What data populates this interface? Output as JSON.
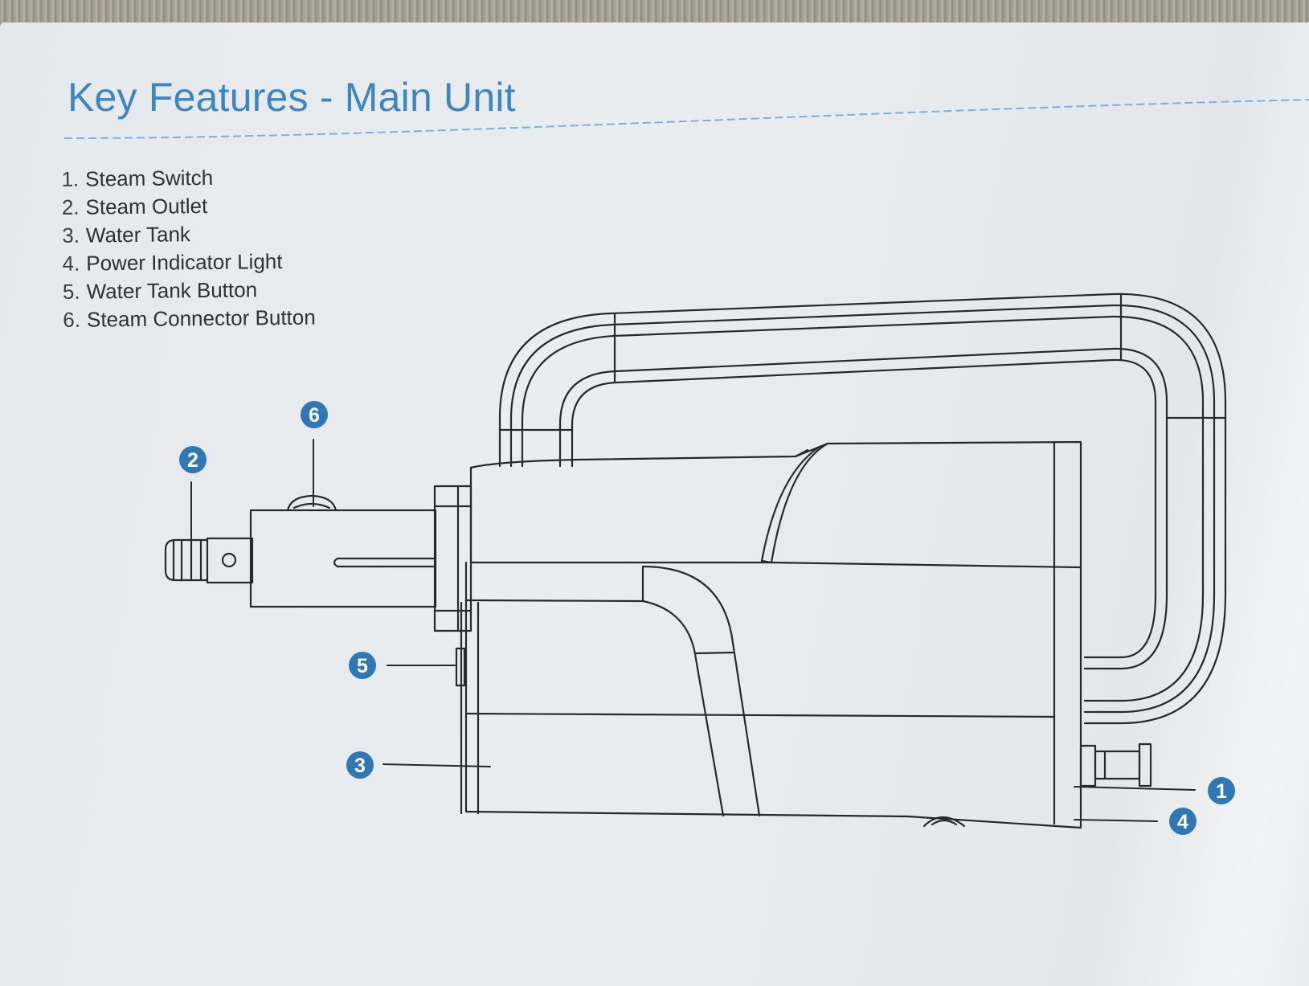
{
  "page": {
    "title": "Key Features - Main Unit"
  },
  "features": [
    {
      "number": "1.",
      "label": "Steam Switch"
    },
    {
      "number": "2.",
      "label": "Steam Outlet"
    },
    {
      "number": "3.",
      "label": "Water Tank"
    },
    {
      "number": "4.",
      "label": "Power Indicator Light"
    },
    {
      "number": "5.",
      "label": "Water Tank Button"
    },
    {
      "number": "6.",
      "label": "Steam Connector Button"
    }
  ],
  "callouts": {
    "one": "1",
    "two": "2",
    "three": "3",
    "four": "4",
    "five": "5",
    "six": "6"
  },
  "colors": {
    "accent": "#3e86c0",
    "callout": "#2f78b4",
    "line": "#26292e",
    "text": "#2e3136"
  }
}
